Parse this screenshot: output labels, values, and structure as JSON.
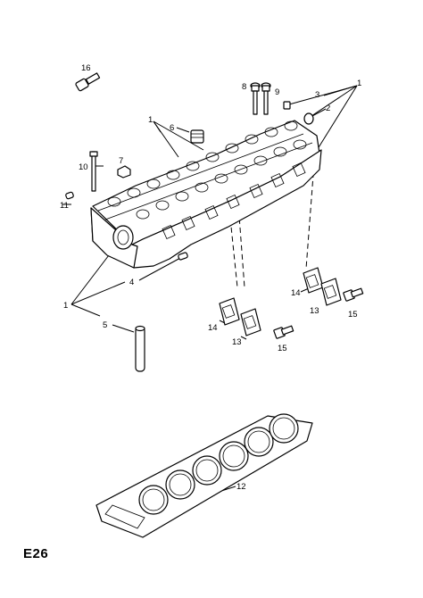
{
  "diagram": {
    "page_code": "E26",
    "callouts": {
      "c16": "16",
      "c8": "8",
      "c9": "9",
      "c3": "3",
      "c1_top": "1",
      "c2": "2",
      "c1_head": "1",
      "c6": "6",
      "c7": "7",
      "c10": "10",
      "c11": "11",
      "c4": "4",
      "c1_left": "1",
      "c5": "5",
      "c14_right": "14",
      "c13_right": "13",
      "c15_right": "15",
      "c14_left": "14",
      "c13_left": "13",
      "c15_left": "15",
      "c12": "12"
    }
  }
}
